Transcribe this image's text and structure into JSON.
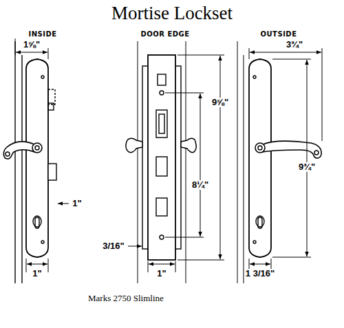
{
  "diagram": {
    "title": "Mortise Lockset",
    "caption": "Marks 2750 Slimline",
    "labels": [
      "INSIDE",
      "DOOR EDGE",
      "OUTSIDE",
      "1⅝\"",
      "1\"",
      "1\"",
      "9⅝\"",
      "8¼\"",
      "3/16\"",
      "1\"",
      "3¾\"",
      "9¾\"",
      "1 3/16\""
    ]
  }
}
